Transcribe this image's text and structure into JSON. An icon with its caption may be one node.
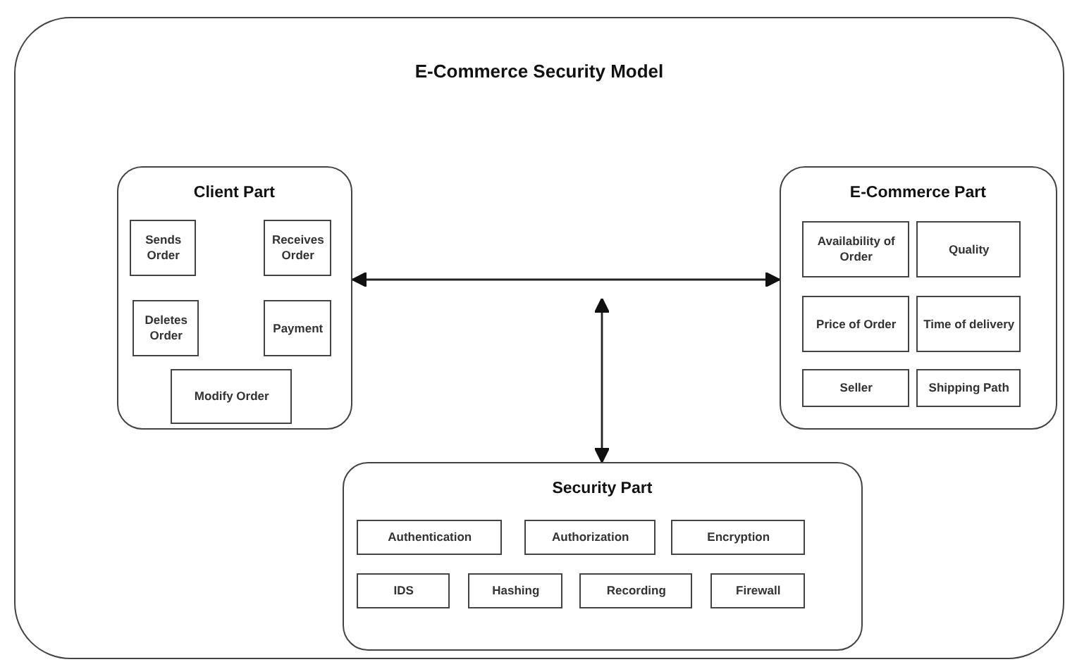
{
  "diagram": {
    "nodes": [
      {
        "text": [
          "E-Commerce Security Model"
        ]
      },
      {
        "text": [
          "Client Part"
        ],
        "in": 0
      },
      {
        "text": [
          "Sends Order"
        ],
        "in": 1
      },
      {
        "text": [
          "Receives Order"
        ],
        "in": 1
      },
      {
        "text": [
          "Deletes Order"
        ],
        "in": 1
      },
      {
        "text": [
          "Payment"
        ],
        "in": 1
      },
      {
        "text": [
          "Modify Order"
        ],
        "in": 1
      },
      {
        "text": [
          "E-Commerce Part"
        ],
        "in": 0
      },
      {
        "text": [
          "Availability of Order"
        ],
        "in": 7
      },
      {
        "text": [
          "Quality"
        ],
        "in": 7
      },
      {
        "text": [
          "Price of Order"
        ],
        "in": 7
      },
      {
        "text": [
          "Time of delivery"
        ],
        "in": 7
      },
      {
        "text": [
          "Seller"
        ],
        "in": 7
      },
      {
        "text": [
          "Shipping Path"
        ],
        "in": 7
      },
      {
        "text": [
          "Security Part"
        ],
        "in": 0
      },
      {
        "text": [
          "Authentication"
        ],
        "in": 14
      },
      {
        "text": [
          "Authorization"
        ],
        "in": 14
      },
      {
        "text": [
          "Encryption"
        ],
        "in": 14
      },
      {
        "text": [
          "IDS"
        ],
        "in": 14
      },
      {
        "text": [
          "Hashing"
        ],
        "in": 14
      },
      {
        "text": [
          "Recording"
        ],
        "in": 14
      },
      {
        "text": [
          "Firewall"
        ],
        "in": 14
      }
    ],
    "edges": [
      {
        "from": 1,
        "to": 7,
        "arrow": "both"
      },
      {
        "from": null,
        "to": 14,
        "arrow": "both"
      }
    ]
  }
}
